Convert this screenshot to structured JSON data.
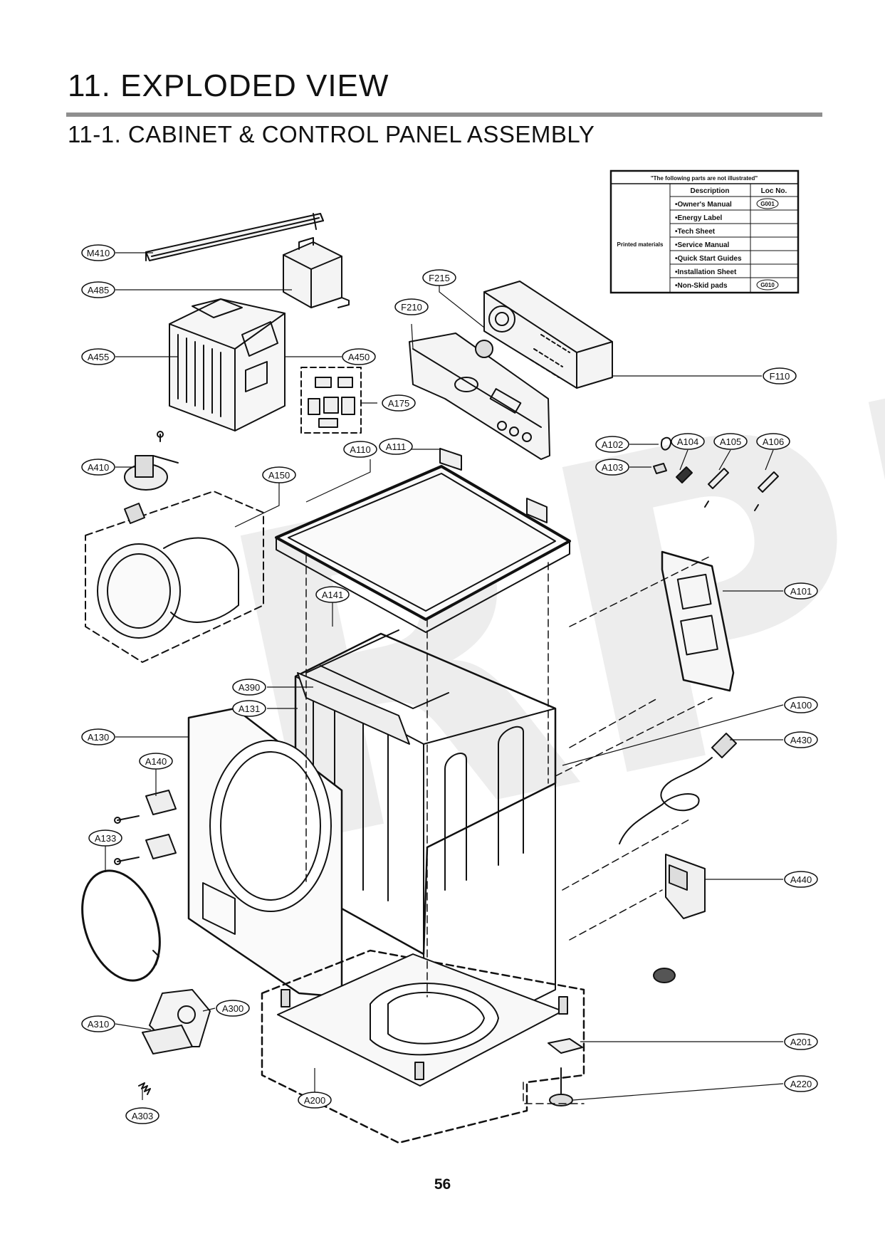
{
  "header": {
    "section_title": "11. EXPLODED VIEW",
    "subsection_title": "11-1. CABINET  & CONTROL PANEL ASSEMBLY"
  },
  "not_illustrated": {
    "caption": "\"The following parts are not illustrated\"",
    "col_description": "Description",
    "col_loc": "Loc No.",
    "group_label": "Printed materials",
    "rows": [
      {
        "description": "•Owner's Manual",
        "loc": "G001"
      },
      {
        "description": "•Energy Label",
        "loc": ""
      },
      {
        "description": "•Tech Sheet",
        "loc": ""
      },
      {
        "description": "•Service Manual",
        "loc": ""
      },
      {
        "description": "•Quick Start Guides",
        "loc": ""
      },
      {
        "description": "•Installation Sheet",
        "loc": ""
      },
      {
        "description": "•Non-Skid pads",
        "loc": "G010"
      }
    ]
  },
  "callouts": {
    "M410": "M410",
    "A485": "A485",
    "A455": "A455",
    "A450": "A450",
    "A175": "A175",
    "F215": "F215",
    "F210": "F210",
    "F110": "F110",
    "A410": "A410",
    "A110": "A110",
    "A111": "A111",
    "A150": "A150",
    "A102": "A102",
    "A103": "A103",
    "A104": "A104",
    "A105": "A105",
    "A106": "A106",
    "A101": "A101",
    "A141": "A141",
    "A390": "A390",
    "A131": "A131",
    "A100": "A100",
    "A130": "A130",
    "A430": "A430",
    "A140": "A140",
    "A133": "A133",
    "A440": "A440",
    "A300": "A300",
    "A310": "A310",
    "A201": "A201",
    "A303": "A303",
    "A200": "A200",
    "A220": "A220"
  },
  "watermark": "RPI",
  "page_number": "56"
}
